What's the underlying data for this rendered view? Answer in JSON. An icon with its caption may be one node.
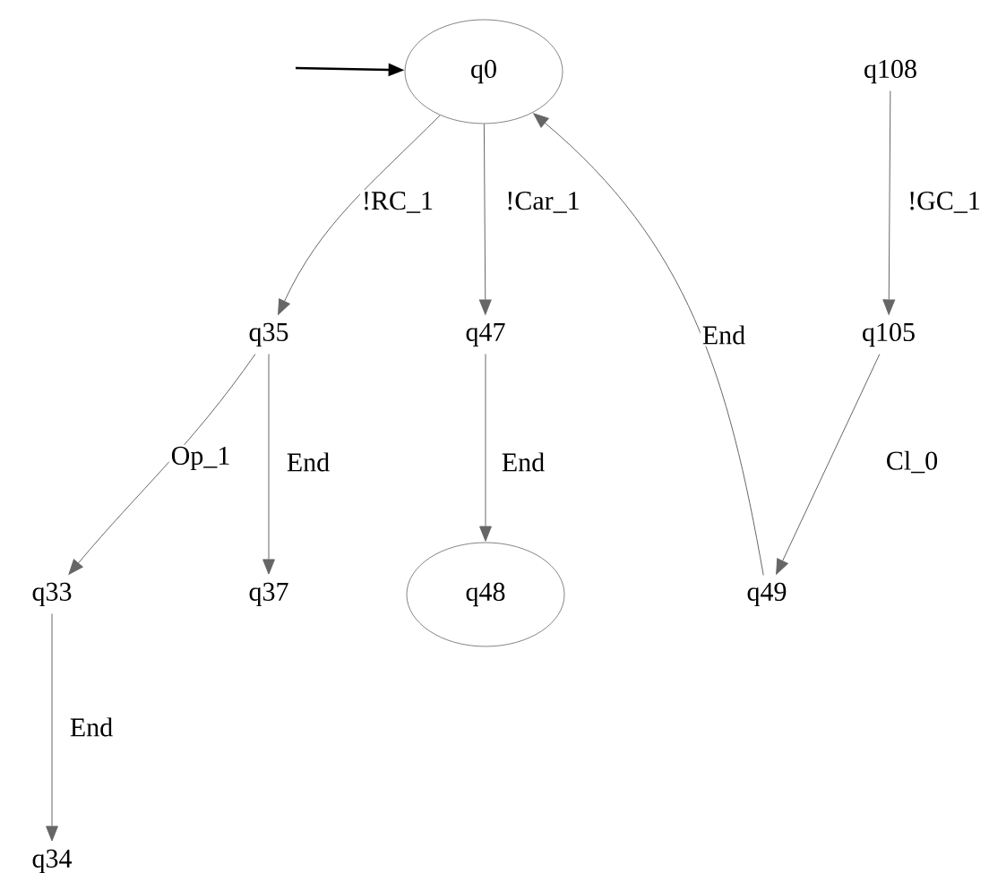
{
  "diagram": {
    "nodes": [
      {
        "text": [
          "q0"
        ]
      },
      {
        "text": [
          "q108"
        ]
      },
      {
        "text": [
          "q35"
        ]
      },
      {
        "text": [
          "q47"
        ]
      },
      {
        "text": [
          "q105"
        ]
      },
      {
        "text": [
          "q33"
        ]
      },
      {
        "text": [
          "q37"
        ]
      },
      {
        "text": [
          "q48"
        ]
      },
      {
        "text": [
          "q49"
        ]
      },
      {
        "text": [
          "q34"
        ]
      }
    ],
    "edges": [
      {
        "from": null,
        "to": 0,
        "arrow": "to",
        "color": "#000000"
      },
      {
        "from": 0,
        "to": 2,
        "arrow": "to",
        "label": "!RC_1"
      },
      {
        "from": 0,
        "to": 3,
        "arrow": "to",
        "label": "!Car_1"
      },
      {
        "from": 1,
        "to": 4,
        "arrow": "to",
        "label": "!GC_1"
      },
      {
        "from": 2,
        "to": 5,
        "arrow": "to",
        "label": "Op_1"
      },
      {
        "from": 2,
        "to": 6,
        "arrow": "to",
        "label": "End"
      },
      {
        "from": 3,
        "to": 7,
        "arrow": "to",
        "label": "End"
      },
      {
        "from": 8,
        "to": 0,
        "arrow": "to",
        "label": "End"
      },
      {
        "from": 4,
        "to": 8,
        "arrow": "to",
        "label": "Cl_0"
      },
      {
        "from": 5,
        "to": 9,
        "arrow": "to",
        "label": "End"
      }
    ]
  }
}
